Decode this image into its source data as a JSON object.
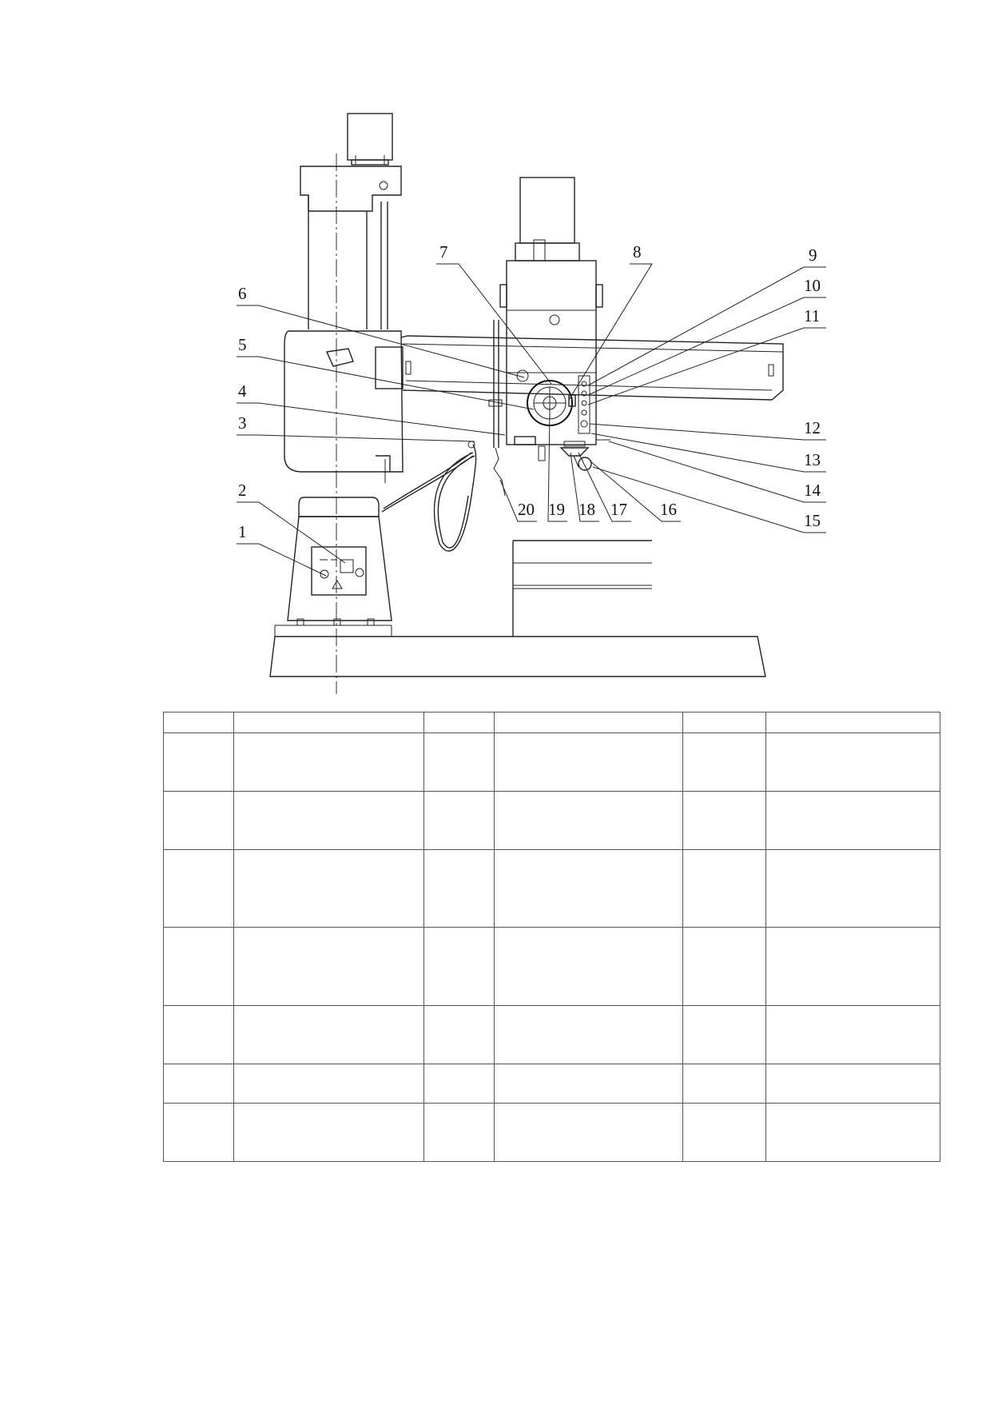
{
  "diagram": {
    "callouts": [
      "1",
      "2",
      "3",
      "4",
      "5",
      "6",
      "7",
      "8",
      "9",
      "10",
      "11",
      "12",
      "13",
      "14",
      "15",
      "16",
      "17",
      "18",
      "19",
      "20"
    ]
  },
  "parts_table": {
    "rows": [
      [
        "",
        "",
        "",
        "",
        "",
        ""
      ],
      [
        "",
        "",
        "",
        "",
        "",
        ""
      ],
      [
        "",
        "",
        "",
        "",
        "",
        ""
      ],
      [
        "",
        "",
        "",
        "",
        "",
        ""
      ],
      [
        "",
        "",
        "",
        "",
        "",
        ""
      ],
      [
        "",
        "",
        "",
        "",
        "",
        ""
      ],
      [
        "",
        "",
        "",
        "",
        "",
        ""
      ],
      [
        "",
        "",
        "",
        "",
        "",
        ""
      ]
    ]
  }
}
